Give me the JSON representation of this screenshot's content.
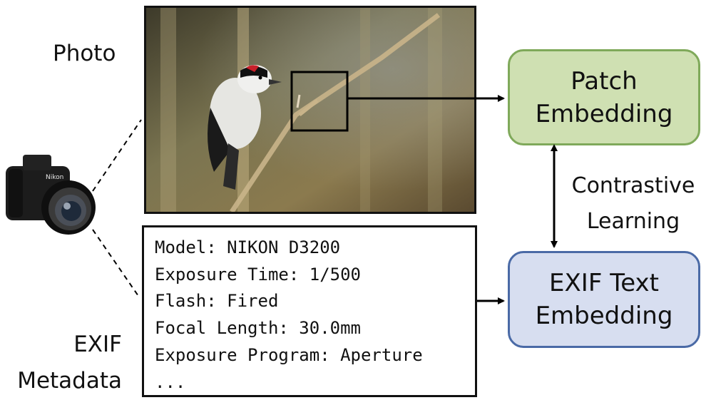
{
  "labels": {
    "photo": "Photo",
    "exif_line1": "EXIF",
    "exif_line2": "Metadata"
  },
  "boxes": {
    "patch_line1": "Patch",
    "patch_line2": "Embedding",
    "exif_text_line1": "EXIF Text",
    "exif_text_line2": "Embedding"
  },
  "contrastive": {
    "line1": "Contrastive",
    "line2": "Learning"
  },
  "exif_metadata": [
    "Model: NIKON D3200",
    "Exposure Time: 1/500",
    "Flash: Fired",
    "Focal Length: 30.0mm",
    "Exposure Program: Aperture",
    "..."
  ],
  "camera_brand": "Nikon",
  "colors": {
    "patch_fill": "#cfe0b2",
    "patch_border": "#7fa95a",
    "exif_fill": "#d7def0",
    "exif_border": "#4a6aa6"
  }
}
